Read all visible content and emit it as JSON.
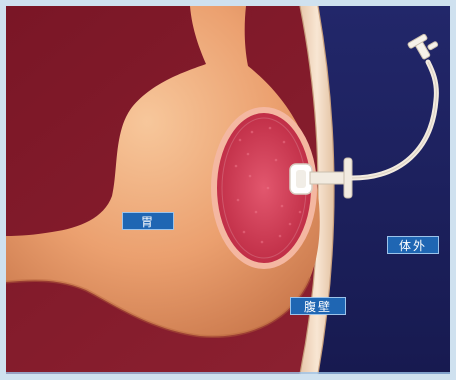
{
  "labels": {
    "stomach": "胃",
    "abdominal_wall": "腹壁",
    "outside_body": "体外"
  },
  "colors": {
    "cavity_bg": "#7e1a28",
    "outside_bg": "#1c1f5e",
    "stomach": "#eba06f",
    "mucosa": "#d63a55",
    "abdominal_wall": "#f3dcc6",
    "label_bg": "#1f66b3",
    "tube": "#f2ebe0"
  },
  "icons": [
    "gastrostomy-tube-icon",
    "stomach-illustration"
  ]
}
